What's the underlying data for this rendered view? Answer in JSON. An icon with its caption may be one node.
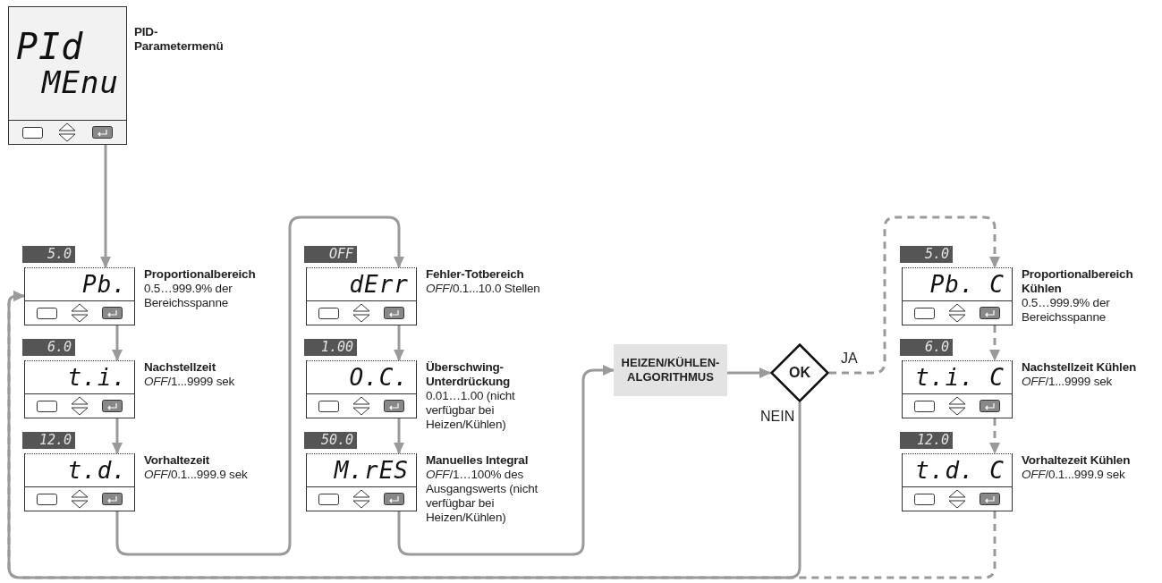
{
  "diagram": {
    "nodes": [
      {
        "text": [
          "PId",
          "MEnu"
        ],
        "beside": [
          "PID-Parametermenü"
        ]
      },
      {
        "text": [
          "5.0",
          "Pb."
        ],
        "beside": [
          "Proportionalbereich",
          "0.5…999.9% der Bereichsspanne"
        ]
      },
      {
        "text": [
          "6.0",
          "t.i."
        ],
        "beside": [
          "Nachstellzeit",
          "*OFF*/1...9999 sek"
        ]
      },
      {
        "text": [
          "12.0",
          "t.d."
        ],
        "beside": [
          "Vorhaltezeit",
          "*OFF*/0.1...999.9 sek"
        ]
      },
      {
        "text": [
          "OFF",
          "dErr"
        ],
        "beside": [
          "Fehler-Totbereich",
          "*OFF*/0.1...10.0 Stellen"
        ]
      },
      {
        "text": [
          "1.00",
          "O.C."
        ],
        "beside": [
          "Überschwing-Unterdrückung",
          "0.01…1.00 (nicht verfügbar bei Heizen/Kühlen)"
        ]
      },
      {
        "text": [
          "50.0",
          "M.rES"
        ],
        "beside": [
          "Manuelles Integral",
          "*OFF*/1…100% des Ausgangswerts (nicht verfügbar bei Heizen/Kühlen)"
        ]
      },
      {
        "text": [
          "HEIZEN/KÜHLEN-ALGORITHMUS"
        ]
      },
      {
        "text": [
          "OK"
        ]
      },
      {
        "text": [
          "5.0",
          "Pb. C"
        ],
        "beside": [
          "Proportionalbereich Kühlen",
          "0.5…999.9% der Bereichsspanne"
        ]
      },
      {
        "text": [
          "6.0",
          "t.i. C"
        ],
        "beside": [
          "Nachstellzeit Kühlen",
          "*OFF*/1...9999 sek"
        ]
      },
      {
        "text": [
          "12.0",
          "t.d. C"
        ],
        "beside": [
          "Vorhaltezeit Kühlen",
          "*OFF*/0.1...999.9 sek"
        ]
      }
    ],
    "edges": [
      {
        "from": 0,
        "to": 1,
        "arrow": "to"
      },
      {
        "from": 1,
        "to": 2,
        "arrow": "to"
      },
      {
        "from": 2,
        "to": 3,
        "arrow": "to"
      },
      {
        "from": 3,
        "to": 4,
        "arrow": "to"
      },
      {
        "from": 4,
        "to": 5,
        "arrow": "to"
      },
      {
        "from": 5,
        "to": 6,
        "arrow": "to"
      },
      {
        "from": 6,
        "to": 7,
        "arrow": "to"
      },
      {
        "from": 7,
        "to": 8,
        "arrow": "to"
      },
      {
        "from": 8,
        "to": 9,
        "arrow": "to",
        "label": "JA",
        "style": "dashed"
      },
      {
        "from": 9,
        "to": 10,
        "arrow": "to",
        "style": "dashed"
      },
      {
        "from": 10,
        "to": 11,
        "arrow": "to",
        "style": "dashed"
      },
      {
        "from": 11,
        "to": 1,
        "arrow": "to",
        "style": "dashed"
      },
      {
        "from": 8,
        "to": 1,
        "arrow": "to",
        "label": "NEIN"
      }
    ]
  }
}
